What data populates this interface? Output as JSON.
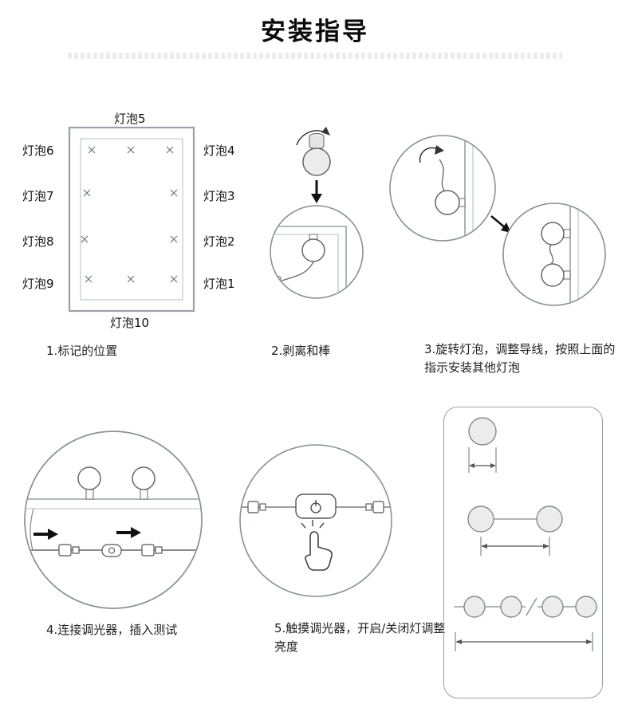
{
  "title": "安装指导",
  "step1": {
    "caption": "1.标记的位置",
    "top_label": "灯泡5",
    "bottom_label": "灯泡10",
    "left_labels": [
      "灯泡6",
      "灯泡7",
      "灯泡8",
      "灯泡9"
    ],
    "right_labels": [
      "灯泡4",
      "灯泡3",
      "灯泡2",
      "灯泡1"
    ]
  },
  "step2": {
    "caption": "2.剥离和棒"
  },
  "step3": {
    "caption": "3.旋转灯泡，调整导线，按照上面的指示安装其他灯泡"
  },
  "step4": {
    "caption": "4.连接调光器，插入测试"
  },
  "step5": {
    "caption": "5.触摸调光器，开启/关闭灯调整亮度"
  },
  "icons": {
    "position_mark": "×",
    "bulb": "circle shape",
    "peel_arrow": "curved arrow",
    "down_arrow": "filled triangle arrow",
    "rotate_arrow": "curved arrow",
    "next_step_arrow": "diagonal arrow",
    "plug_arrow": "bold right arrow",
    "power": "⏻",
    "touch_hand": "pointing hand outline",
    "dimension_arrow": "double-headed arrow"
  },
  "colors": {
    "text": "#1a1a1a",
    "line": "#8a9096",
    "frame": "#9aa0a6",
    "arrow": "#111111",
    "bulb_fill": "#ececec"
  }
}
